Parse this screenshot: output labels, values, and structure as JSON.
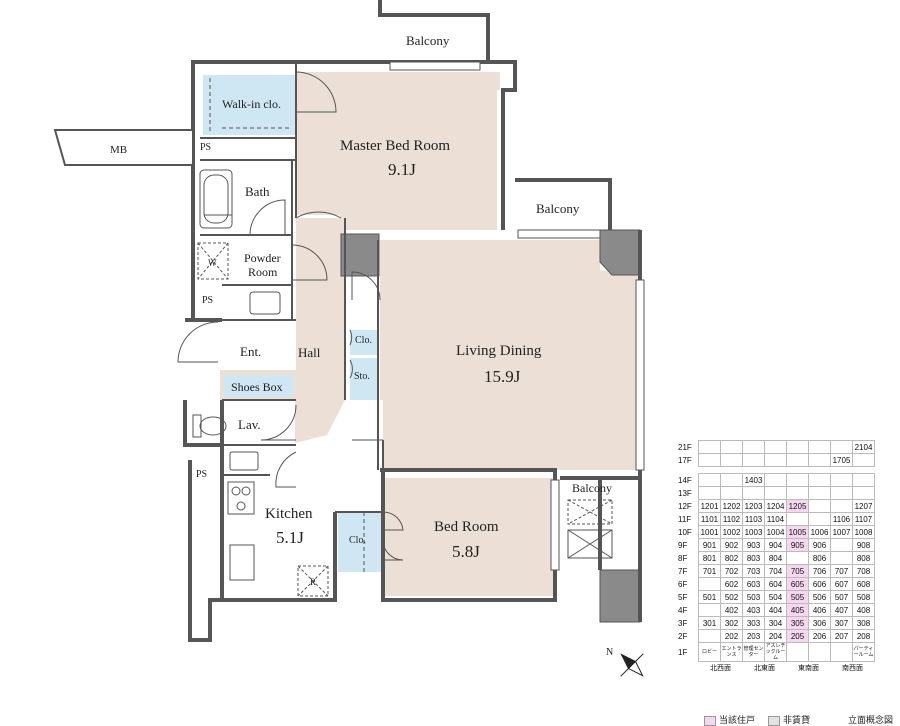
{
  "rooms": {
    "balcony_top": "Balcony",
    "walkin": "Walk-in clo.",
    "master": "Master Bed Room",
    "master_area": "9.1J",
    "mb": "MB",
    "ps1": "PS",
    "bath": "Bath",
    "balcony_mid": "Balcony",
    "w": "W",
    "powder": "Powder",
    "powder2": "Room",
    "ps2": "PS",
    "ent": "Ent.",
    "hall": "Hall",
    "clo": "Clo.",
    "sto": "Sto.",
    "living": "Living Dining",
    "living_area": "15.9J",
    "shoes": "Shoes Box",
    "lav": "Lav.",
    "ps3": "PS",
    "kitchen": "Kitchen",
    "kitchen_area": "5.1J",
    "clo2": "Clo.",
    "bed": "Bed Room",
    "bed_area": "5.8J",
    "balcony_right": "Balcony",
    "r": "R",
    "north": "N"
  },
  "colors": {
    "room_fill": "#ecdfd5",
    "blue_fill": "#cfe6f3",
    "wall": "#555",
    "column": "#8a8a8a",
    "current": "#f5d8f0",
    "leased": "#e2e2e2"
  },
  "elevation": {
    "top_rows": [
      {
        "floor": "21F",
        "cells": [
          "",
          "",
          "",
          "",
          "",
          "",
          "",
          "2104"
        ]
      },
      {
        "floor": "17F",
        "cells": [
          "",
          "",
          "",
          "",
          "",
          "",
          "1705",
          ""
        ]
      }
    ],
    "rows": [
      {
        "floor": "14F",
        "cells": [
          "",
          "",
          "1403",
          "",
          "",
          "",
          "",
          ""
        ]
      },
      {
        "floor": "13F",
        "cells": [
          "",
          "",
          "",
          "",
          "",
          "",
          "",
          ""
        ]
      },
      {
        "floor": "12F",
        "cells": [
          "1201",
          "1202",
          "1203",
          "1204",
          "1205",
          "",
          "",
          "1207"
        ]
      },
      {
        "floor": "11F",
        "cells": [
          "1101",
          "1102",
          "1103",
          "1104",
          "",
          "",
          "1106",
          "1107"
        ]
      },
      {
        "floor": "10F",
        "cells": [
          "1001",
          "1002",
          "1003",
          "1004",
          "1005",
          "1006",
          "1007",
          "1008"
        ]
      },
      {
        "floor": "9F",
        "cells": [
          "901",
          "902",
          "903",
          "904",
          "905",
          "906",
          "",
          "908"
        ]
      },
      {
        "floor": "8F",
        "cells": [
          "801",
          "802",
          "803",
          "804",
          "",
          "806",
          "",
          "808"
        ]
      },
      {
        "floor": "7F",
        "cells": [
          "701",
          "702",
          "703",
          "704",
          "705",
          "706",
          "707",
          "708"
        ]
      },
      {
        "floor": "6F",
        "cells": [
          "",
          "602",
          "603",
          "604",
          "605",
          "606",
          "607",
          "608"
        ]
      },
      {
        "floor": "5F",
        "cells": [
          "501",
          "502",
          "503",
          "504",
          "505",
          "506",
          "507",
          "508"
        ]
      },
      {
        "floor": "4F",
        "cells": [
          "",
          "402",
          "403",
          "404",
          "405",
          "406",
          "407",
          "408"
        ]
      },
      {
        "floor": "3F",
        "cells": [
          "301",
          "302",
          "303",
          "304",
          "305",
          "306",
          "307",
          "308"
        ]
      },
      {
        "floor": "2F",
        "cells": [
          "",
          "202",
          "203",
          "204",
          "205",
          "206",
          "207",
          "208"
        ]
      },
      {
        "floor": "1F",
        "cells": [
          "ロビー",
          "エントランス",
          "管理センター",
          "アスレチックルーム",
          "",
          "",
          "",
          "パーティールーム"
        ]
      }
    ],
    "directions": [
      "北西面",
      "北東面",
      "東南面",
      "南西面"
    ],
    "legend_current": "当該住戸",
    "legend_leased": "非賃貸",
    "title": "立面概念図"
  }
}
